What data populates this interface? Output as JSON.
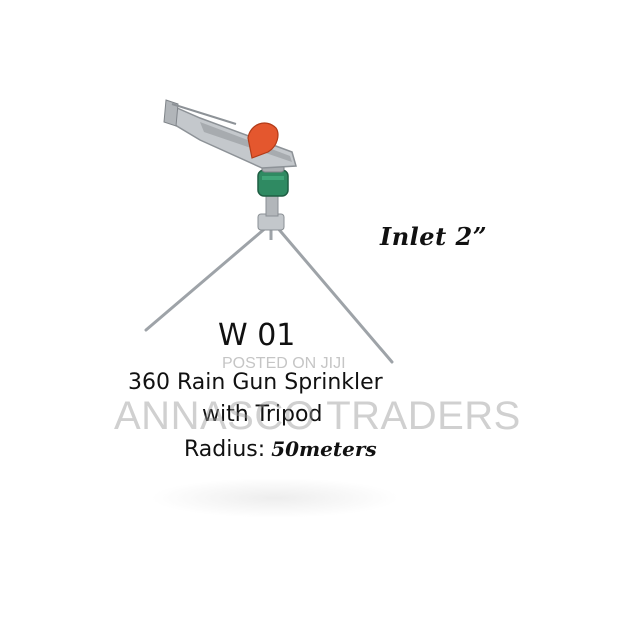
{
  "product": {
    "inlet_label": "Inlet 2”",
    "model": "W 01",
    "title_line_1": "360 Rain Gun Sprinkler",
    "title_line_2": "with Tripod",
    "radius_label": "Radius:",
    "radius_value": "50meters"
  },
  "watermark": {
    "small": "POSTED ON JIJI",
    "large": "ANNASCO TRADERS"
  },
  "colors": {
    "metal": "#b8bcc0",
    "lever_orange": "#e4572e",
    "coupling_green": "#2f8a62",
    "text": "#111111"
  }
}
